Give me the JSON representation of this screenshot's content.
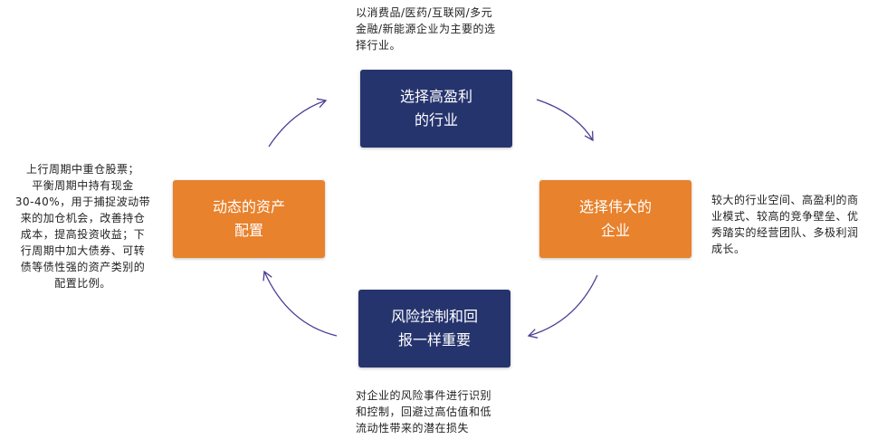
{
  "colors": {
    "navy": "#26346e",
    "orange": "#e8822d",
    "arrow": "#4a3f93"
  },
  "boxes": {
    "top": "选择高盈利\n的行业",
    "right": "选择伟大的\n企业",
    "bottom": "风险控制和回\n报一样重要",
    "left": "动态的资产\n配置"
  },
  "notes": {
    "top": "以消费品/医药/互联网/多元\n金融/新能源企业为主要的选\n择行业。",
    "right": "较大的行业空间、高盈利的商\n业模式、较高的竞争壁垒、优\n秀踏实的经营团队、多极利润\n成长。",
    "bottom": "对企业的风险事件进行识别\n和控制，回避过高估值和低\n流动性带来的潜在损失",
    "left": "上行周期中重仓股票；\n平衡周期中持有现金\n30-40%，用于捕捉波动带\n来的加仓机会，改善持仓\n成本，提高投资收益；下\n行周期中加大债券、可转\n债等债性强的资产类别的\n配置比例。"
  }
}
